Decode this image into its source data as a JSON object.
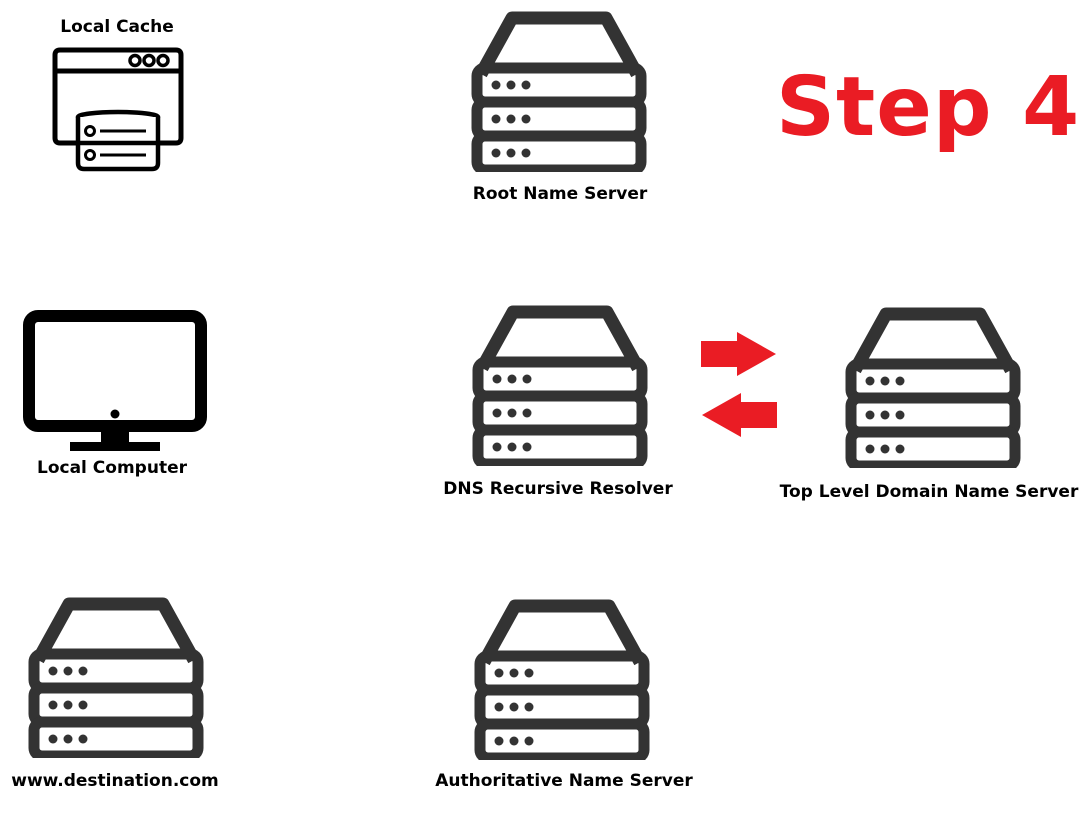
{
  "step": {
    "title": "Step 4"
  },
  "nodes": {
    "local_cache": {
      "label": "Local Cache",
      "icon": "browser-database-icon"
    },
    "root_server": {
      "label": "Root Name Server",
      "icon": "server-icon"
    },
    "local_computer": {
      "label": "Local Computer",
      "icon": "monitor-icon"
    },
    "resolver": {
      "label": "DNS Recursive Resolver",
      "icon": "server-icon"
    },
    "tld_server": {
      "label": "Top Level Domain Name Server",
      "icon": "server-icon"
    },
    "destination": {
      "label": "www.destination.com",
      "icon": "server-icon"
    },
    "authoritative": {
      "label": "Authoritative Name Server",
      "icon": "server-icon"
    }
  },
  "arrows": [
    {
      "from": "resolver",
      "to": "tld_server",
      "direction": "right"
    },
    {
      "from": "tld_server",
      "to": "resolver",
      "direction": "left"
    }
  ],
  "colors": {
    "accent": "#ea1c24",
    "icon": "#333333"
  }
}
